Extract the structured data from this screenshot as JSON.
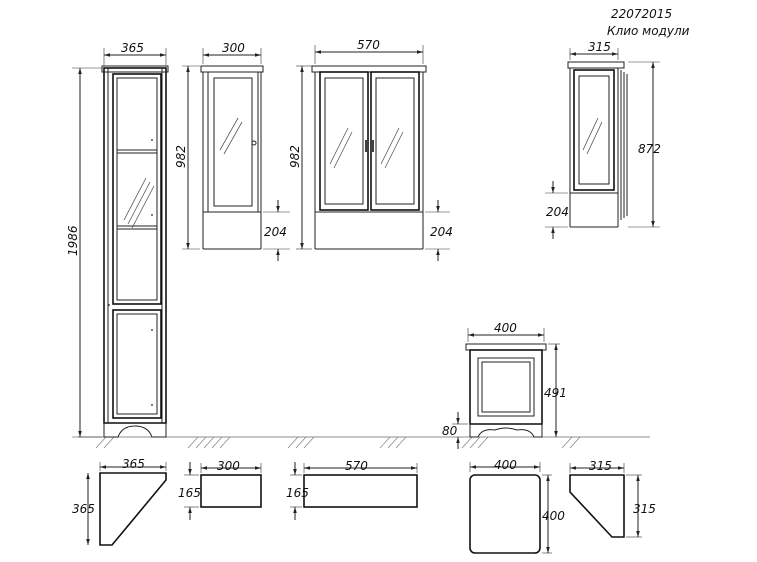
{
  "header": {
    "code": "22072015",
    "title": "Клио модули"
  },
  "dimensions": {
    "tall_width": "365",
    "tall_height": "1986",
    "narrow_width": "300",
    "narrow_height": "982",
    "narrow_base": "204",
    "double_width": "570",
    "double_height": "982",
    "double_base": "204",
    "wall_width": "315",
    "wall_height": "872",
    "wall_base": "204",
    "low_width": "400",
    "low_height": "491",
    "low_leg": "80",
    "plan1_w": "365",
    "plan1_d": "365",
    "plan2_w": "300",
    "plan2_d": "165",
    "plan3_w": "570",
    "plan3_d": "165",
    "plan4_w": "400",
    "plan4_d": "400",
    "plan5_w": "315",
    "plan5_d": "315"
  }
}
